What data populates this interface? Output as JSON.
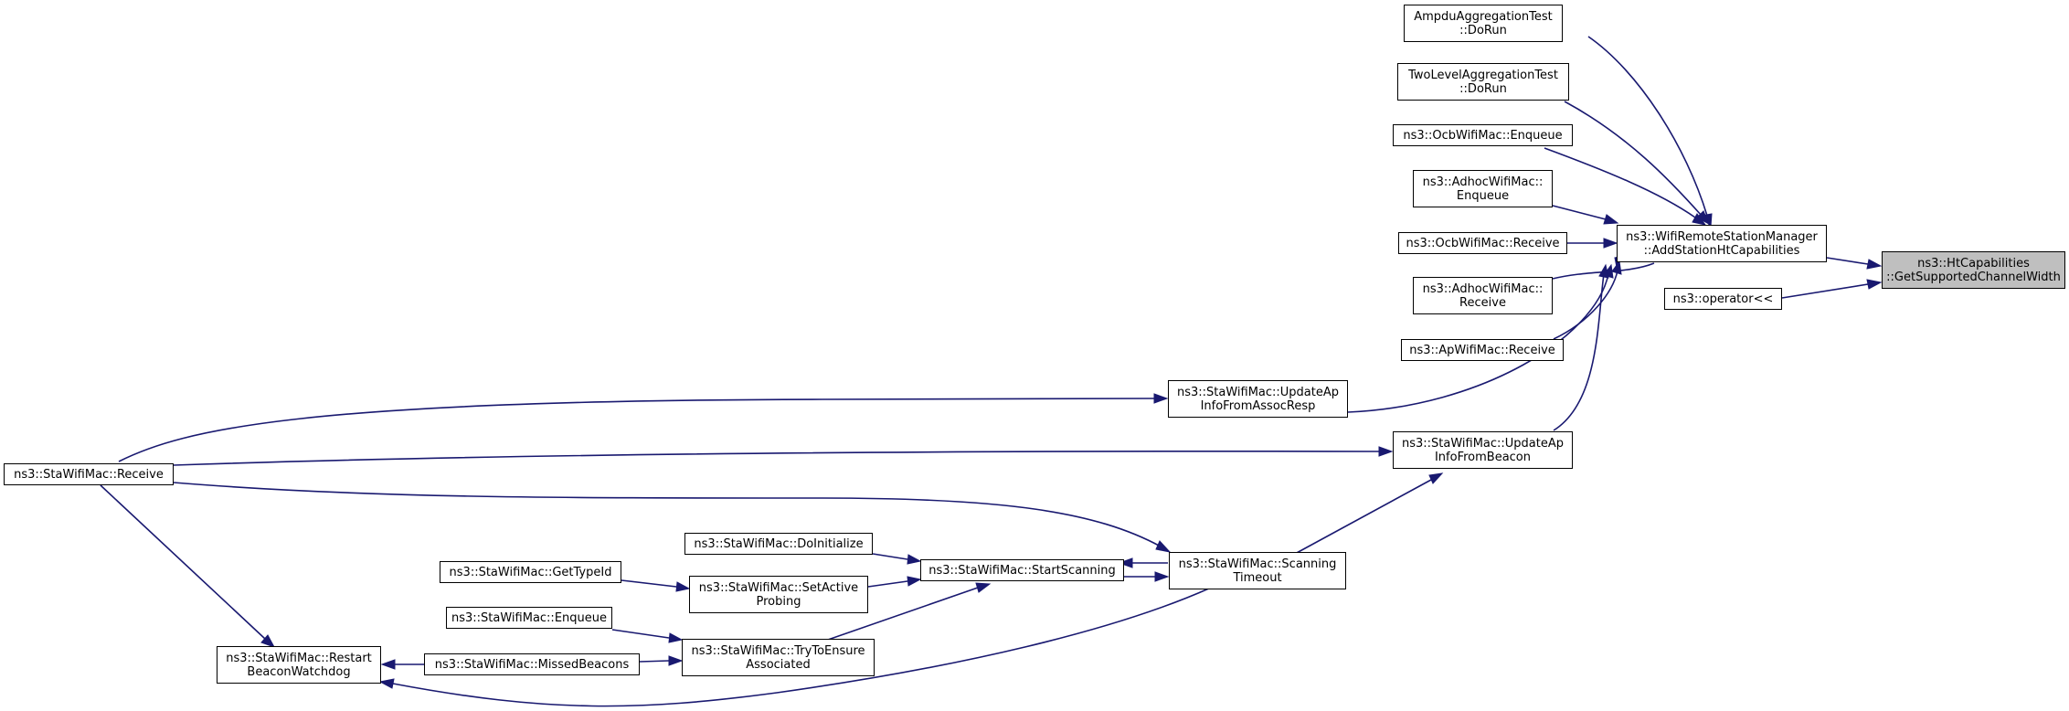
{
  "colors": {
    "edge": "#191970",
    "focus_fill": "#bfbfbf",
    "node_fill": "#ffffff",
    "node_border": "#000000"
  },
  "nodes": {
    "ht_capabilities": {
      "line1": "ns3::HtCapabilities",
      "line2": "::GetSupportedChannelWidth"
    },
    "wifi_remote_station_manager": {
      "line1": "ns3::WifiRemoteStationManager",
      "line2": "::AddStationHtCapabilities"
    },
    "operator_ltlt": {
      "line1": "ns3::operator<<"
    },
    "ampdu_aggregation_test": {
      "line1": "AmpduAggregationTest",
      "line2": "::DoRun"
    },
    "two_level_aggregation_test": {
      "line1": "TwoLevelAggregationTest",
      "line2": "::DoRun"
    },
    "ocb_enqueue": {
      "line1": "ns3::OcbWifiMac::Enqueue"
    },
    "adhoc_enqueue": {
      "line1": "ns3::AdhocWifiMac::",
      "line2": "Enqueue"
    },
    "ocb_receive": {
      "line1": "ns3::OcbWifiMac::Receive"
    },
    "adhoc_receive": {
      "line1": "ns3::AdhocWifiMac::",
      "line2": "Receive"
    },
    "ap_receive": {
      "line1": "ns3::ApWifiMac::Receive"
    },
    "update_ap_assoc": {
      "line1": "ns3::StaWifiMac::UpdateAp",
      "line2": "InfoFromAssocResp"
    },
    "update_ap_beacon": {
      "line1": "ns3::StaWifiMac::UpdateAp",
      "line2": "InfoFromBeacon"
    },
    "sta_receive": {
      "line1": "ns3::StaWifiMac::Receive"
    },
    "scanning_timeout": {
      "line1": "ns3::StaWifiMac::Scanning",
      "line2": "Timeout"
    },
    "start_scanning": {
      "line1": "ns3::StaWifiMac::StartScanning"
    },
    "do_initialize": {
      "line1": "ns3::StaWifiMac::DoInitialize"
    },
    "get_type_id": {
      "line1": "ns3::StaWifiMac::GetTypeId"
    },
    "set_active_probing": {
      "line1": "ns3::StaWifiMac::SetActive",
      "line2": "Probing"
    },
    "sta_enqueue": {
      "line1": "ns3::StaWifiMac::Enqueue"
    },
    "try_to_ensure": {
      "line1": "ns3::StaWifiMac::TryToEnsure",
      "line2": "Associated"
    },
    "missed_beacons": {
      "line1": "ns3::StaWifiMac::MissedBeacons"
    },
    "restart_beacon": {
      "line1": "ns3::StaWifiMac::Restart",
      "line2": "BeaconWatchdog"
    }
  }
}
